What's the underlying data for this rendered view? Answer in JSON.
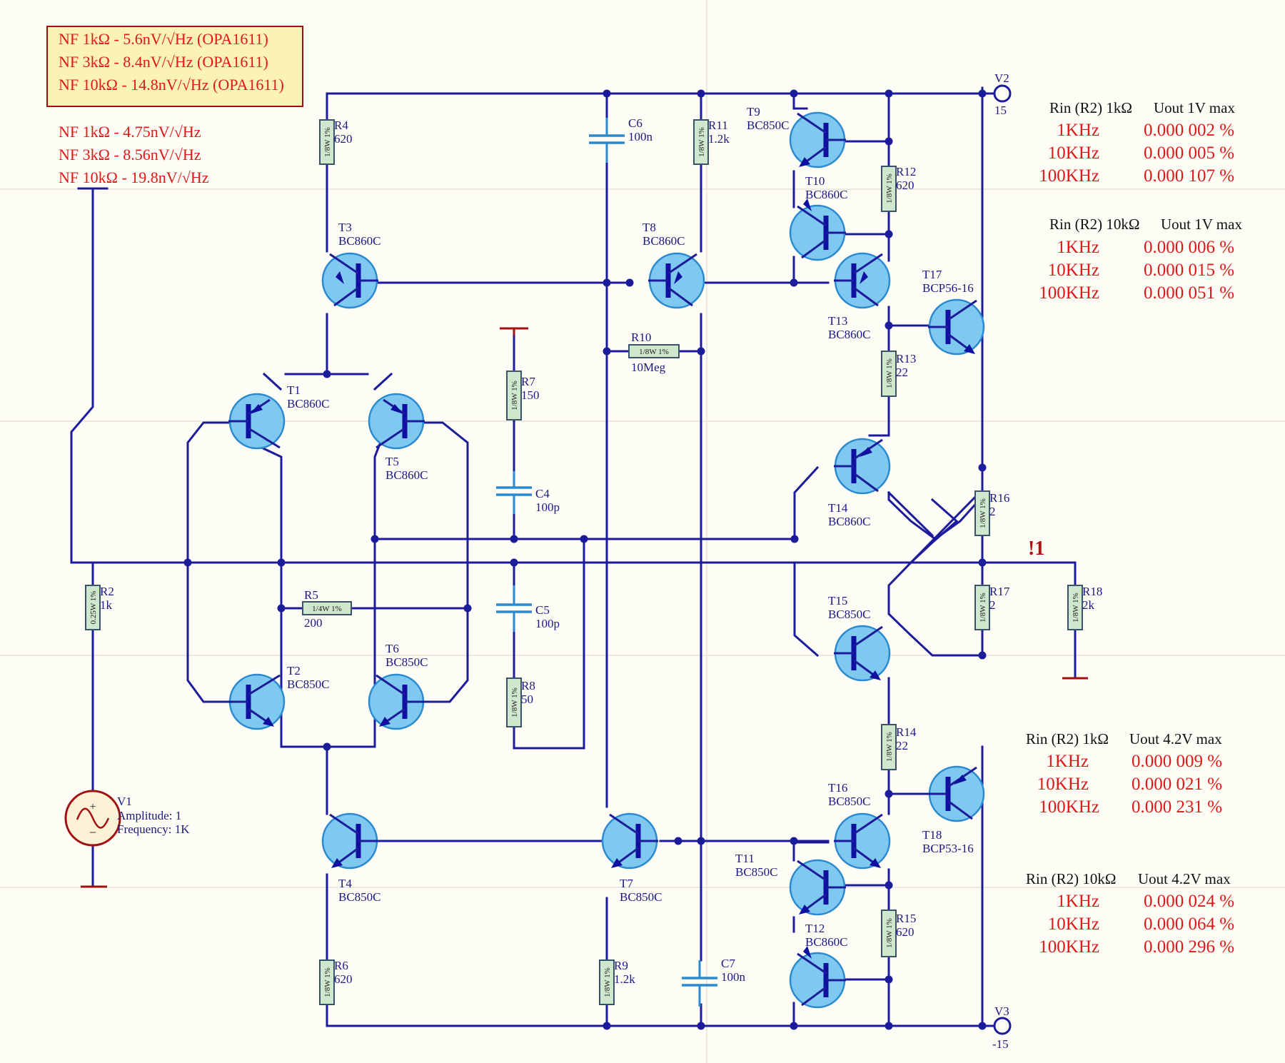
{
  "noise_box": {
    "lines": [
      "NF 1kΩ   - 5.6nV/√Hz (OPA1611)",
      "NF 3kΩ   - 8.4nV/√Hz (OPA1611)",
      "NF 10kΩ - 14.8nV/√Hz (OPA1611)"
    ]
  },
  "noise_discrete": {
    "lines": [
      "NF 1kΩ   - 4.75nV/√Hz",
      "NF 3kΩ   - 8.56nV/√Hz",
      "NF 10kΩ - 19.8nV/√Hz"
    ]
  },
  "distortion_tables": [
    {
      "header_rin": "Rin (R2) 1kΩ",
      "header_uout": "Uout 1V max",
      "rows": [
        [
          "1KHz",
          "0.000 002 %"
        ],
        [
          "10KHz",
          "0.000 005 %"
        ],
        [
          "100KHz",
          "0.000 107 %"
        ]
      ]
    },
    {
      "header_rin": "Rin (R2) 10kΩ",
      "header_uout": "Uout 1V max",
      "rows": [
        [
          "1KHz",
          "0.000 006 %"
        ],
        [
          "10KHz",
          "0.000 015 %"
        ],
        [
          "100KHz",
          "0.000 051 %"
        ]
      ]
    },
    {
      "header_rin": "Rin (R2) 1kΩ",
      "header_uout": "Uout 4.2V max",
      "rows": [
        [
          "1KHz",
          "0.000 009 %"
        ],
        [
          "10KHz",
          "0.000 021 %"
        ],
        [
          "100KHz",
          "0.000 231 %"
        ]
      ]
    },
    {
      "header_rin": "Rin (R2) 10kΩ",
      "header_uout": "Uout 4.2V max",
      "rows": [
        [
          "1KHz",
          "0.000 024 %"
        ],
        [
          "10KHz",
          "0.000 064 %"
        ],
        [
          "100KHz",
          "0.000 296 %"
        ]
      ]
    }
  ],
  "power": {
    "v2": {
      "name": "V2",
      "value": "15"
    },
    "v3": {
      "name": "V3",
      "value": "-15"
    }
  },
  "net_label": "!1",
  "source": {
    "name": "V1",
    "amplitude": "Amplitude: 1",
    "frequency": "Frequency: 1K",
    "plus": "+",
    "minus": "−"
  },
  "resistors": {
    "R2": {
      "ref": "R2",
      "value": "1k",
      "rating": "0.25W 1%"
    },
    "R4": {
      "ref": "R4",
      "value": "620",
      "rating": "1/8W 1%"
    },
    "R5": {
      "ref": "R5",
      "value": "200",
      "rating": "1/4W 1%"
    },
    "R6": {
      "ref": "R6",
      "value": "620",
      "rating": "1/8W 1%"
    },
    "R7": {
      "ref": "R7",
      "value": "150",
      "rating": "1/8W 1%"
    },
    "R8": {
      "ref": "R8",
      "value": "50",
      "rating": "1/8W 1%"
    },
    "R9": {
      "ref": "R9",
      "value": "1.2k",
      "rating": "1/8W 1%"
    },
    "R10": {
      "ref": "R10",
      "value": "10Meg",
      "rating": "1/8W 1%"
    },
    "R11": {
      "ref": "R11",
      "value": "1.2k",
      "rating": "1/8W 1%"
    },
    "R12": {
      "ref": "R12",
      "value": "620",
      "rating": "1/8W 1%"
    },
    "R13": {
      "ref": "R13",
      "value": "22",
      "rating": "1/8W 1%"
    },
    "R14": {
      "ref": "R14",
      "value": "22",
      "rating": "1/8W 1%"
    },
    "R15": {
      "ref": "R15",
      "value": "620",
      "rating": "1/8W 1%"
    },
    "R16": {
      "ref": "R16",
      "value": "2",
      "rating": "1/8W 1%"
    },
    "R17": {
      "ref": "R17",
      "value": "2",
      "rating": "1/8W 1%"
    },
    "R18": {
      "ref": "R18",
      "value": "2k",
      "rating": "1/8W 1%"
    }
  },
  "capacitors": {
    "C4": {
      "ref": "C4",
      "value": "100p"
    },
    "C5": {
      "ref": "C5",
      "value": "100p"
    },
    "C6": {
      "ref": "C6",
      "value": "100n"
    },
    "C7": {
      "ref": "C7",
      "value": "100n"
    }
  },
  "transistors": {
    "T1": {
      "ref": "T1",
      "part": "BC860C"
    },
    "T2": {
      "ref": "T2",
      "part": "BC850C"
    },
    "T3": {
      "ref": "T3",
      "part": "BC860C"
    },
    "T4": {
      "ref": "T4",
      "part": "BC850C"
    },
    "T5": {
      "ref": "T5",
      "part": "BC860C"
    },
    "T6": {
      "ref": "T6",
      "part": "BC850C"
    },
    "T7": {
      "ref": "T7",
      "part": "BC850C"
    },
    "T8": {
      "ref": "T8",
      "part": "BC860C"
    },
    "T9": {
      "ref": "T9",
      "part": "BC850C"
    },
    "T10": {
      "ref": "T10",
      "part": "BC860C"
    },
    "T11": {
      "ref": "T11",
      "part": "BC850C"
    },
    "T12": {
      "ref": "T12",
      "part": "BC860C"
    },
    "T13": {
      "ref": "T13",
      "part": "BC860C"
    },
    "T14": {
      "ref": "T14",
      "part": "BC860C"
    },
    "T15": {
      "ref": "T15",
      "part": "BC850C"
    },
    "T16": {
      "ref": "T16",
      "part": "BC850C"
    },
    "T17": {
      "ref": "T17",
      "part": "BCP56-16"
    },
    "T18": {
      "ref": "T18",
      "part": "BCP53-16"
    }
  }
}
